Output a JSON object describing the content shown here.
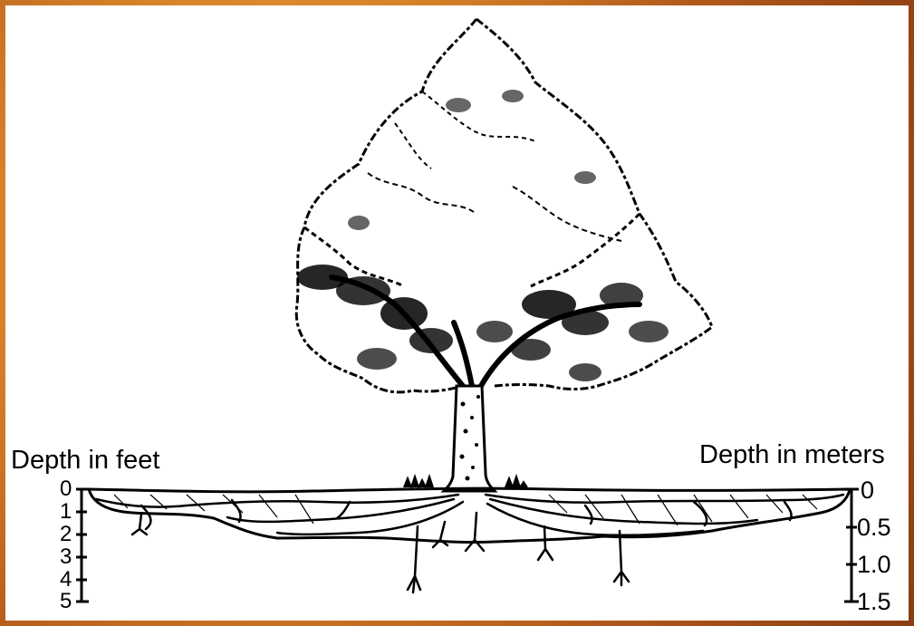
{
  "diagram": {
    "left_axis": {
      "title": "Depth in feet",
      "ticks": [
        "0",
        "1",
        "2",
        "3",
        "4",
        "5"
      ]
    },
    "right_axis": {
      "title": "Depth in meters",
      "ticks": [
        "0",
        "0.5",
        "1.0",
        "1.5"
      ]
    }
  }
}
